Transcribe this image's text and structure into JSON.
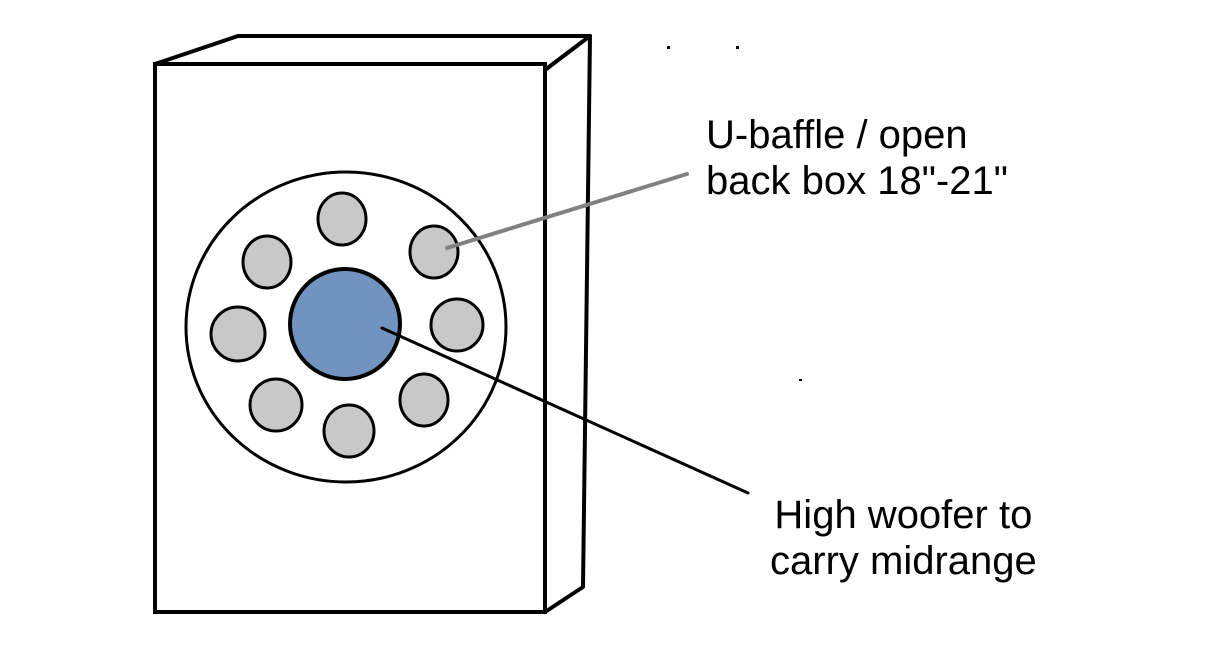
{
  "labels": {
    "baffle": {
      "line1": "U-baffle  / open",
      "line2": "back box 18\"-21\""
    },
    "woofer": {
      "line1": "High woofer to",
      "line2": "carry midrange"
    }
  },
  "colors": {
    "outline": "#000000",
    "background": "#ffffff",
    "small_driver_fill": "#c8c8c8",
    "woofer_fill": "#7193bf",
    "baffle_leader": "#808080",
    "woofer_leader": "#000000"
  },
  "small_driver_count": 8
}
